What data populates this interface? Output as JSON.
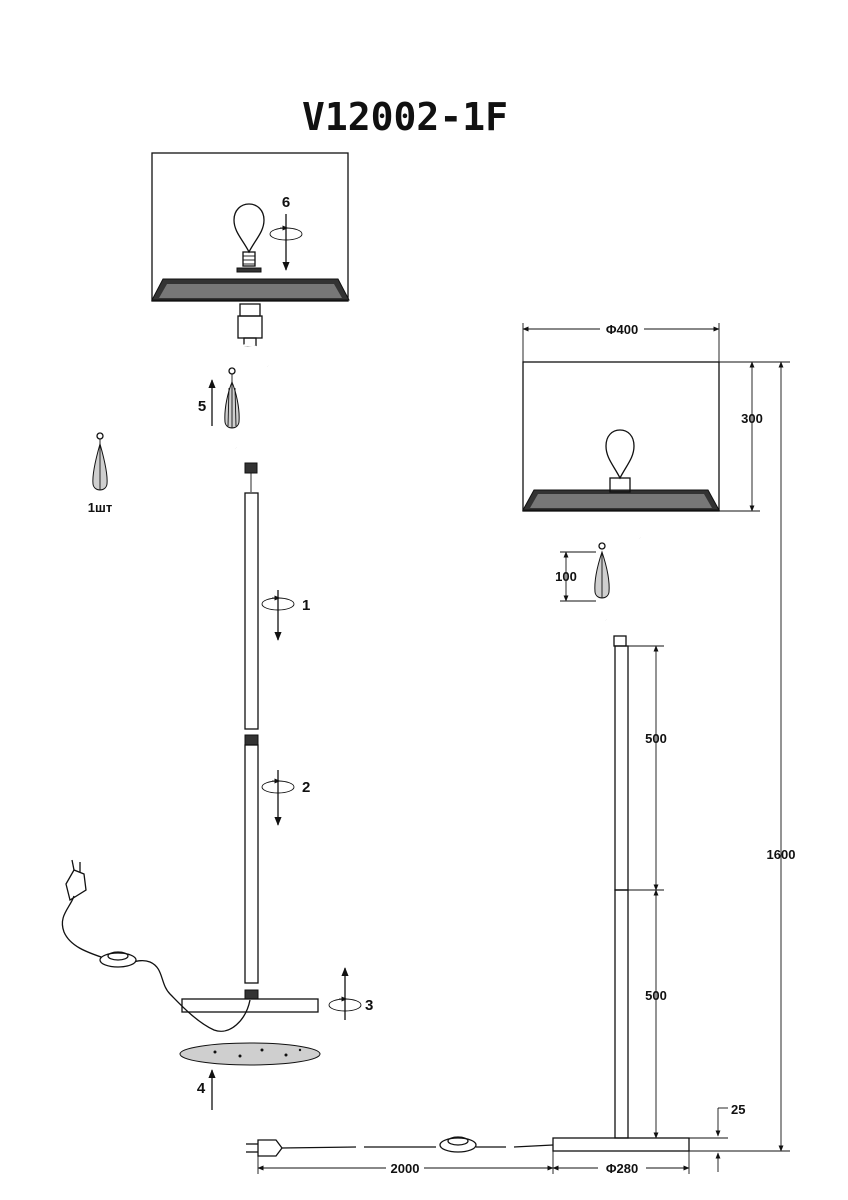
{
  "title": "V12002-1F",
  "assembly": {
    "steps": [
      "1",
      "2",
      "3",
      "4",
      "5",
      "6"
    ],
    "pendant_qty": "1шт"
  },
  "dimensions": {
    "shade_diameter": "Φ400",
    "shade_height": "300",
    "pendant_length": "100",
    "rod_upper": "500",
    "rod_lower": "500",
    "total_height": "1600",
    "base_thickness": "25",
    "cord_length": "2000",
    "base_diameter": "Φ280"
  }
}
